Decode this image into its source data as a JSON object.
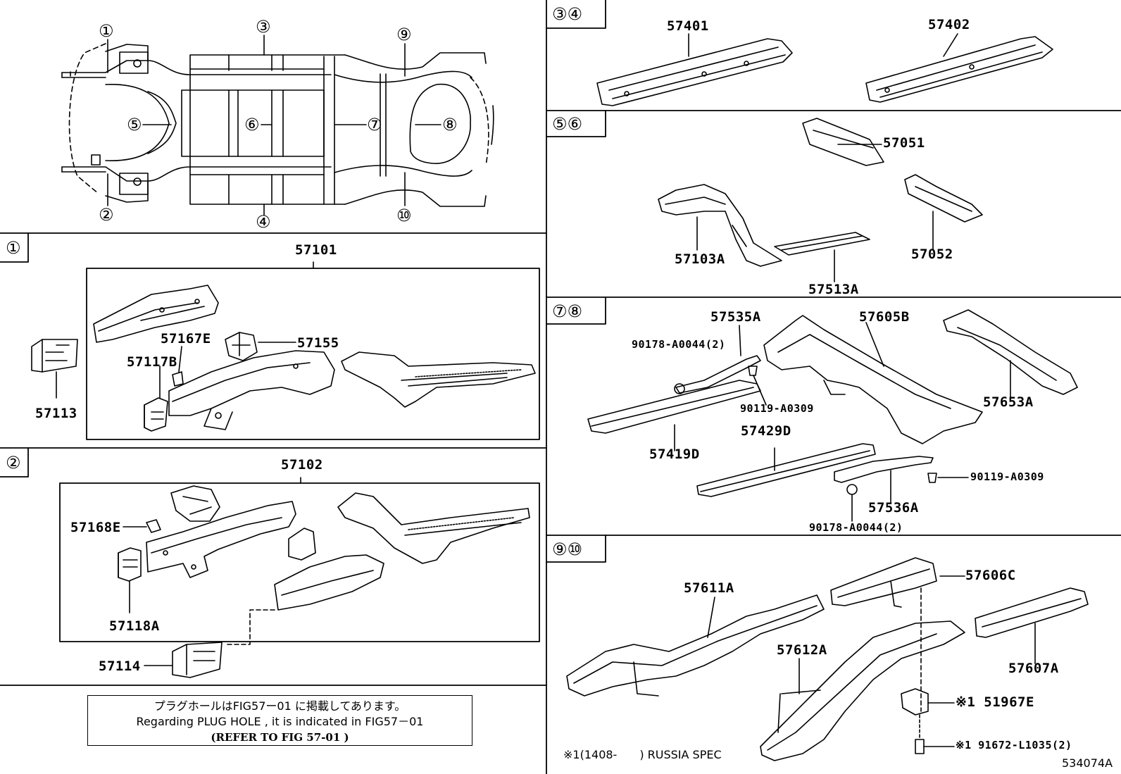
{
  "overview": {
    "markers": [
      "①",
      "②",
      "③",
      "④",
      "⑤",
      "⑥",
      "⑦",
      "⑧",
      "⑨",
      "⑩"
    ]
  },
  "sections": {
    "s1": {
      "label": "①",
      "parts": {
        "main": "57101",
        "a": "57167E",
        "b": "57155",
        "c": "57117B",
        "d": "57113"
      }
    },
    "s2": {
      "label": "②",
      "parts": {
        "main": "57102",
        "a": "57168E",
        "b": "57118A",
        "c": "57114"
      }
    },
    "s34": {
      "label": "③④",
      "parts": {
        "a": "57401",
        "b": "57402"
      }
    },
    "s56": {
      "label": "⑤⑥",
      "parts": {
        "a": "57051",
        "b": "57103A",
        "c": "57052",
        "d": "57513A"
      }
    },
    "s78": {
      "label": "⑦⑧",
      "parts": {
        "a": "57535A",
        "b": "57605B",
        "c": "90178-A0044(2)",
        "d": "90119-A0309",
        "e": "57653A",
        "f": "57419D",
        "g": "57429D",
        "h": "90119-A0309",
        "i": "57536A",
        "j": "90178-A0044(2)"
      }
    },
    "s910": {
      "label": "⑨⑩",
      "parts": {
        "a": "57611A",
        "b": "57606C",
        "c": "57612A",
        "d": "57607A",
        "e": "※1 51967E",
        "f": "※1 91672-L1035(2)"
      },
      "footnote": "※1(1408-　　) RUSSIA SPEC"
    }
  },
  "notice": {
    "line1": "プラグホールはFIG57ー01 に掲載してあります。",
    "line2": "Regarding  PLUG HOLE , it is indicated in FIG57－01",
    "line3": "(REFER TO FIG 57-01 )"
  },
  "figure_id": "534074A"
}
